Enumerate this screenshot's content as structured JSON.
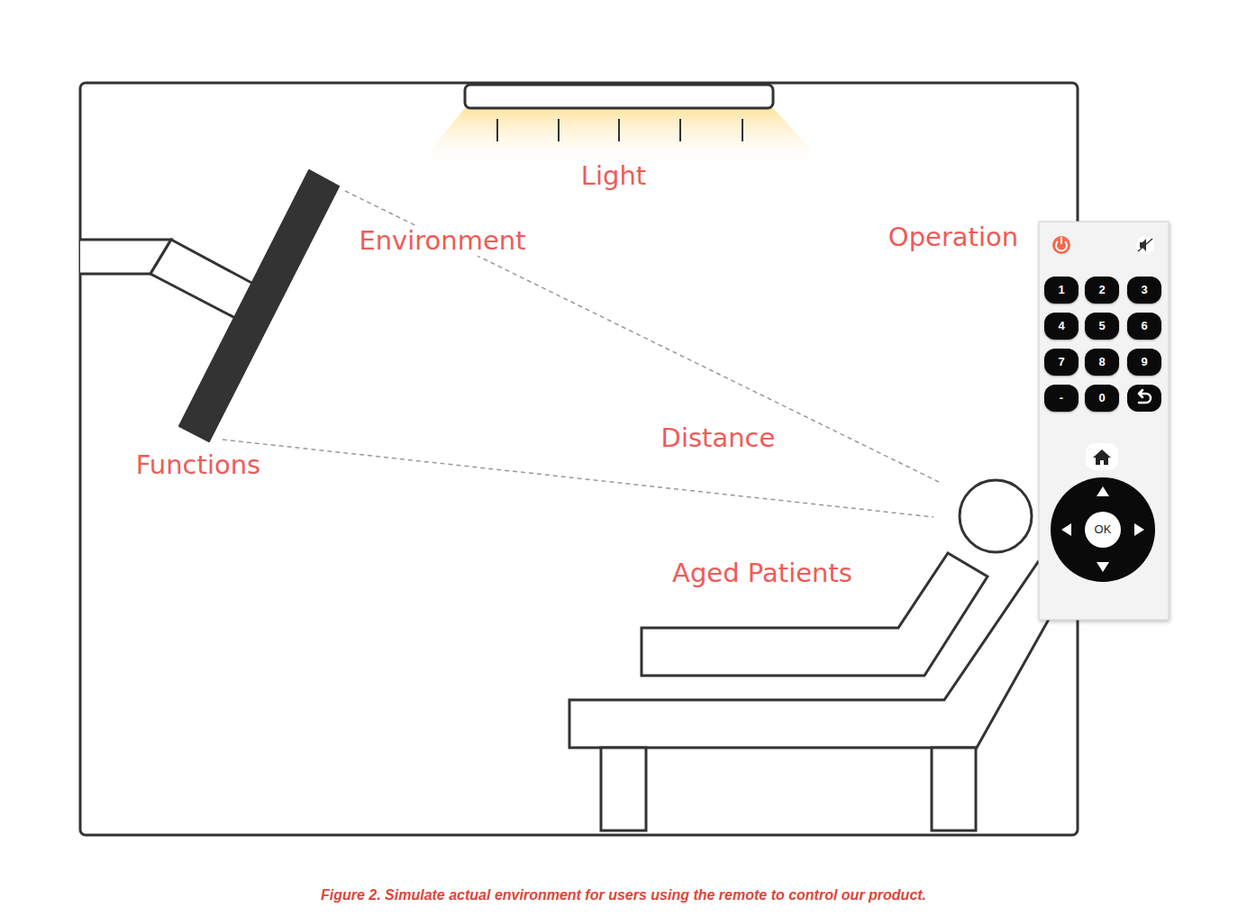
{
  "diagram": {
    "caption": "Figure 2. Simulate actual environment for users using the remote to control our product.",
    "nodes": [
      {
        "text": [
          "1"
        ]
      },
      {
        "text": [
          "2"
        ]
      },
      {
        "text": [
          "3"
        ]
      },
      {
        "text": [
          "4"
        ]
      },
      {
        "text": [
          "5"
        ]
      },
      {
        "text": [
          "6"
        ]
      },
      {
        "text": [
          "7"
        ]
      },
      {
        "text": [
          "8"
        ]
      },
      {
        "text": [
          "9"
        ]
      },
      {
        "text": [
          "-"
        ]
      },
      {
        "text": [
          "0"
        ]
      },
      {
        "text": [
          "OK"
        ]
      }
    ],
    "labels": [
      "Light",
      "Environment",
      "Operation",
      "Distance",
      "Functions",
      "Aged Patients"
    ]
  }
}
